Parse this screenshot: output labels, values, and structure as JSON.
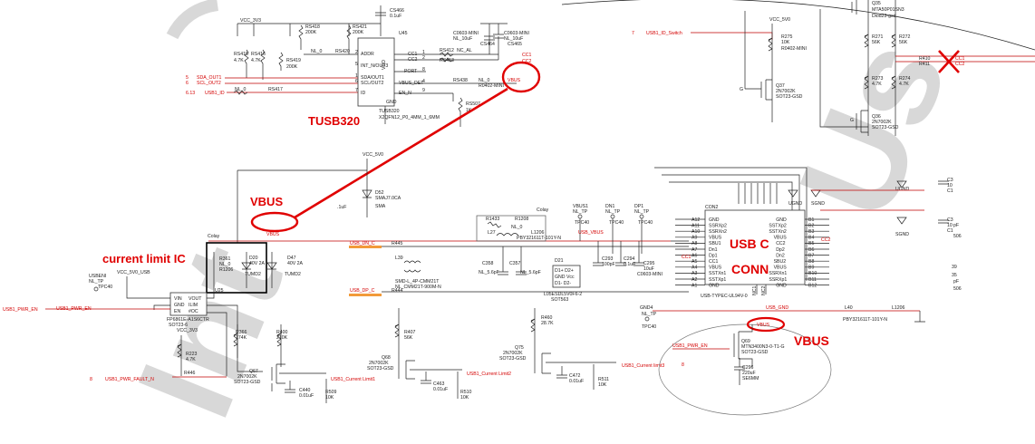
{
  "watermark": {
    "left": "Int",
    "right": "Us"
  },
  "annotations": {
    "tusb320": "TUSB320",
    "vbus_left": "VBUS",
    "current_limit": "current limit IC",
    "usbc_conn_1": "USB C",
    "usbc_conn_2": "CONN",
    "vbus_right": "VBUS",
    "vbus_tag": "VBUS",
    "vbus_tag2": "VBUS"
  },
  "nets": {
    "vcc_3v3_top": "VCC_3V3",
    "vcc_5v0_mid": "VCC_5V0",
    "vcc_5v0_right": "VCC_5V0",
    "vcc_3v3_bot": "VCC_3V3",
    "vcc_5v0_usb": "VCC_5V0_USB",
    "sda": "SDA_OUT1",
    "scl": "SCL_OUT2",
    "usb_id": "USB1_ID",
    "usb_id_switch": "USB1_ID_Switch",
    "pwr_en": "USB1_PWR_EN",
    "pwr_en2": "USB1_PWR_EN",
    "pwr_fault": "USB1_PWR_FAULT_N",
    "cur_lim1": "USB1_Current Limit1",
    "cur_lim2": "USB1_Current Limit2",
    "cur_lim3": "USB1_Current limit3",
    "usb_dn": "USB_DN_C",
    "usb_dp": "USB_DP_C",
    "usb_vbus": "USB_VBUS",
    "usb_gnd": "USB_GND",
    "ugnd": "UGND",
    "sgnd": "SGND",
    "cc1": "CC1",
    "cc2": "CC2",
    "cc1b": "CC1",
    "cc2b": "CC2",
    "ncal": "NC_AL",
    "n1": "NL_0",
    "colay1": "Colay",
    "colay2": "Colay"
  },
  "nums": {
    "n5": "5",
    "n6": "6",
    "n613": "6.13",
    "n7": "7",
    "n8": "8",
    "n8b": "8"
  },
  "tusb": {
    "ref": "U45",
    "name": "TUSB320",
    "pkg": "X2QFN12_P0_4MM_1_6MM",
    "pins_left": [
      "ADDR",
      "INT_N/OUT3",
      "SDA/OUT1",
      "SCL/OUT2",
      "ID"
    ],
    "pins_right": [
      "CC1",
      "CC2",
      "PORT",
      "VBUS_DET",
      "EN_N"
    ],
    "pin_top": "VDD",
    "pin_bot": "GND",
    "nums_left": [
      "2",
      "5",
      "1",
      "6",
      "7"
    ],
    "nums_right": [
      "1",
      "2",
      "8",
      "4",
      "9"
    ]
  },
  "current_ic": {
    "ref": "U25",
    "part": "FP6861E-A1S6CTR",
    "pkg": "SOT23-6",
    "pins_left": [
      "VIN",
      "GND",
      "EN"
    ],
    "pins_right": [
      "VOUT",
      "ILIM",
      "#OC"
    ]
  },
  "conn": {
    "ref": "CON2",
    "part": "USB-TYPEC-UL94V-0",
    "left_nums": [
      "A12",
      "A11",
      "A10",
      "A9",
      "A8",
      "A7",
      "A6",
      "A5",
      "A4",
      "A3",
      "A2",
      "A1"
    ],
    "left_names": [
      "GND",
      "SSRXp2",
      "SSRXn2",
      "VBUS",
      "SBU1",
      "Dn1",
      "Dp1",
      "CC1",
      "VBUS",
      "SSTXn1",
      "SSTXp1",
      "GND"
    ],
    "right_nums": [
      "B1",
      "B2",
      "B3",
      "B4",
      "B5",
      "B6",
      "B7",
      "B8",
      "B9",
      "B10",
      "B11",
      "B12"
    ],
    "right_names": [
      "GND",
      "SSTXp2",
      "SSTXn2",
      "VBUS",
      "CC2",
      "Dp2",
      "Dn2",
      "SBU2",
      "VBUS",
      "SSRXn1",
      "SSRXp1",
      "GND"
    ],
    "bottom_pins": [
      "NC1",
      "NC2"
    ]
  },
  "components": {
    "cs466": "CS466",
    "cs466v": "0.1uF",
    "rs418": "RS418",
    "rs418v": "200K",
    "rs421": "RS421",
    "rs421v": "200K",
    "rs415": "RS415",
    "rs415v": "4.7K",
    "rs416": "RS416",
    "rs416v": "4.7K",
    "rs419": "RS419",
    "rs419v": "200K",
    "rs420": "RS420",
    "rs417": "RS417",
    "rs412": "RS412",
    "rs413": "RS413",
    "c0603a": "C0603-MINI",
    "c0603av": "NL_10uF",
    "c0603b": "C0603-MINI",
    "c0603bv": "NL_10uF",
    "cs464": "CS464",
    "cs465": "CS465",
    "rs438": "RS438",
    "rs438v": "R0402-MINI",
    "rs507": "RS507",
    "rs507v": "1K",
    "d52": "D52",
    "d52v": "SMAJ7.0CA",
    "d52p": "SMA",
    "cap1uf": ".1uF",
    "r1433": "R1433",
    "r1208": "R1208",
    "nl0": "NL_0",
    "l27": "L27",
    "l1206": "L1206",
    "l1206v": "PBY321611T-101Y-N",
    "vbus1": "VBUS1",
    "vbus1tp": "NL_TP",
    "vbus1p": "TPC40",
    "dn1": "DN1",
    "dn1tp": "NL_TP",
    "dn1p": "TPC40",
    "dp1": "DP1",
    "dp1tp": "NL_TP",
    "dp1p": "TPC40",
    "r361": "R361",
    "r361v": "NL_0",
    "r361p": "R1206",
    "d20": "D20",
    "d20v": "40V 2A",
    "d20p": "TUMD2",
    "d47": "D47",
    "d47v": "40V 2A",
    "d47p": "TUMD2",
    "r445": "R445",
    "r444": "R444",
    "l39": "L39",
    "l39v": "SMD-L_4P-CMM21T",
    "l39v2": "NL_CMM21T-900M-N",
    "c358": "C358",
    "c358v": "NL_5.6pF",
    "c357": "C357",
    "c357v": "NL_5.6pF",
    "d21": "D21",
    "d21v": "L05ESDL5V0F6-2",
    "d21p": "SOT563",
    "c293": "C293",
    "c293v": "100pF",
    "c294": "C294",
    "c294v": "0.1uF",
    "c295": "C295",
    "c295v": "10uF",
    "c295p": "C0603-MINI",
    "usbeni": "USBENI",
    "usbenitp": "NL_TP",
    "usbenip": "TPC40",
    "r223": "R223",
    "r223v": "4.7K",
    "r446": "R446",
    "r366": "R366",
    "r366v": "174K",
    "r400": "R400",
    "r400v": "210K",
    "q67": "Q67",
    "q67v": "2N7002K",
    "q67p": "SOT23-GSD",
    "c440": "C440",
    "c440v": "0.01uF",
    "r509": "R509",
    "r509v": "10K",
    "r407": "R407",
    "r407v": "56K",
    "q68": "Q68",
    "q68v": "2N7002K",
    "q68p": "SOT23-GSD",
    "c463": "C463",
    "c463v": "0.01uF",
    "r510": "R510",
    "r510v": "10K",
    "r460": "R460",
    "r460v": "28.7K",
    "q75": "Q75",
    "q75v": "2N7002K",
    "q75p": "SOT23-GSD",
    "c472": "C472",
    "c472v": "0.01uF",
    "r511": "R511",
    "r511v": "10K",
    "gnd4": "GND4",
    "gnd4tp": "NL_TP",
    "gnd4p": "TPC40",
    "l40": "L40",
    "l40v": "L1206",
    "l40v2": "PBY321611T-101Y-N",
    "q69": "Q69",
    "q69v": "MTN3400N3-0-T1-G",
    "q69p": "SOT23-GSD",
    "c296": "C296",
    "c296v": "220uF",
    "c296p": "SE6MM",
    "r275": "R275",
    "r275v": "10K",
    "r275p": "R0402-MINI",
    "q37": "Q37",
    "q37v": "2N7002K",
    "q37p": "SOT23-GSD",
    "q36": "Q36",
    "q36v": "2N7002K",
    "q36p": "SOT23-GSD",
    "q35": "Q35",
    "q35v": "MTA50P01SN3",
    "q35p": "Diod23-gsd",
    "r271": "R271",
    "r271v": "56K",
    "r272": "R272",
    "r272v": "56K",
    "r273": "R273",
    "r273v": "4.7K",
    "r274": "R274",
    "r274v": "4.7K",
    "r410": "R410",
    "r411": "R411",
    "c3a": "C3",
    "c3av": "10",
    "c3ap": "C1",
    "c3b": "C3",
    "c3bv": "10",
    "c3bp": "C1",
    "c3bx": "pF",
    "c3bx2": "506",
    "c3c": "39",
    "c3c2": "35",
    "c3c3": "pF",
    "c3c4": "506"
  }
}
